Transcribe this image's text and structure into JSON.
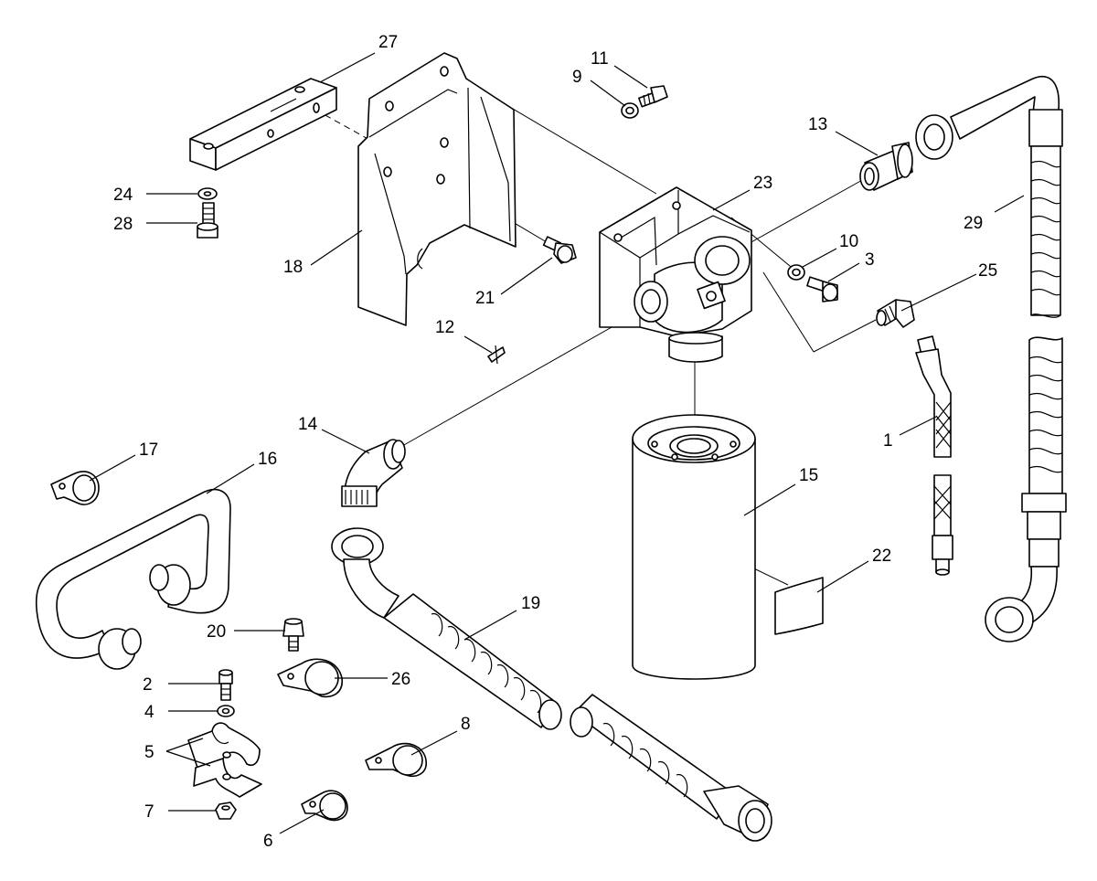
{
  "callouts": {
    "c1": "1",
    "c2": "2",
    "c3": "3",
    "c4": "4",
    "c5": "5",
    "c6": "6",
    "c7": "7",
    "c8": "8",
    "c9": "9",
    "c10": "10",
    "c11": "11",
    "c12": "12",
    "c13": "13",
    "c14": "14",
    "c15": "15",
    "c16": "16",
    "c17": "17",
    "c18": "18",
    "c19": "19",
    "c20": "20",
    "c21": "21",
    "c22": "22",
    "c23": "23",
    "c24": "24",
    "c25": "25",
    "c26": "26",
    "c27": "27",
    "c28": "28",
    "c29": "29"
  },
  "colors": {
    "line": "#000000",
    "background": "#ffffff"
  }
}
